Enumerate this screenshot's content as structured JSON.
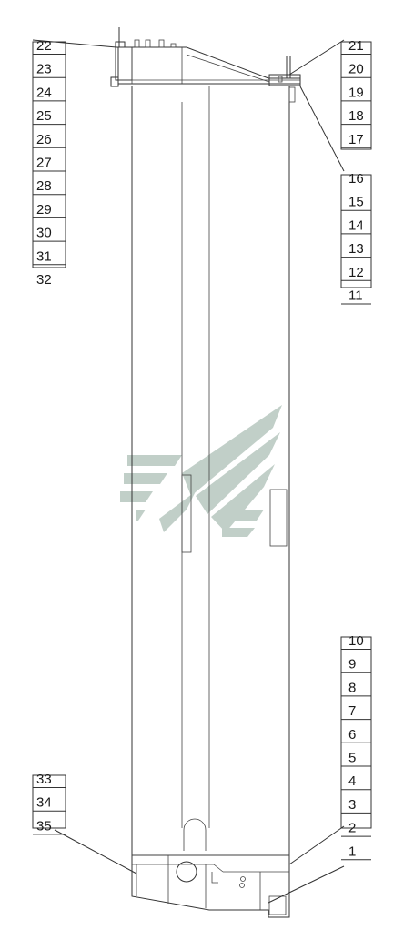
{
  "callouts": {
    "left_top": [
      "22",
      "23",
      "24",
      "25",
      "26",
      "27",
      "28",
      "29",
      "30",
      "31",
      "32"
    ],
    "right_top_a": [
      "21",
      "20",
      "19",
      "18",
      "17"
    ],
    "right_top_b": [
      "16",
      "15",
      "14",
      "13",
      "12",
      "11"
    ],
    "right_bottom": [
      "10",
      "9",
      "8",
      "7",
      "6",
      "5",
      "4",
      "3",
      "2",
      "1"
    ],
    "left_bottom": [
      "33",
      "34",
      "35"
    ]
  },
  "colors": {
    "line": "#333333",
    "watermark": "#8fa89c"
  }
}
